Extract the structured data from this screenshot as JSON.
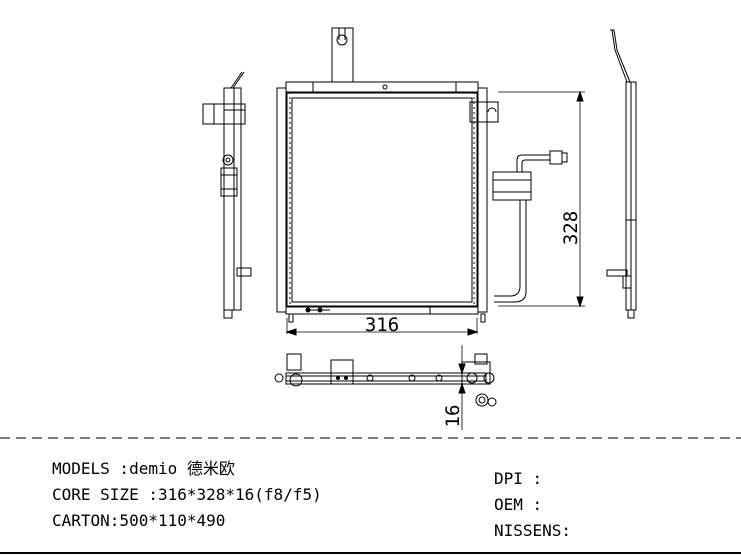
{
  "drawing": {
    "dimension_width": "316",
    "dimension_height": "328",
    "dimension_thickness": "16"
  },
  "specs": {
    "models": "MODELS :demio 德米欧",
    "core_size": "CORE SIZE :316*328*16(f8/f5)",
    "carton": "CARTON:500*110*490"
  },
  "codes": {
    "dpi": "DPI :",
    "oem": "OEM :",
    "nissens": "NISSENS:"
  }
}
